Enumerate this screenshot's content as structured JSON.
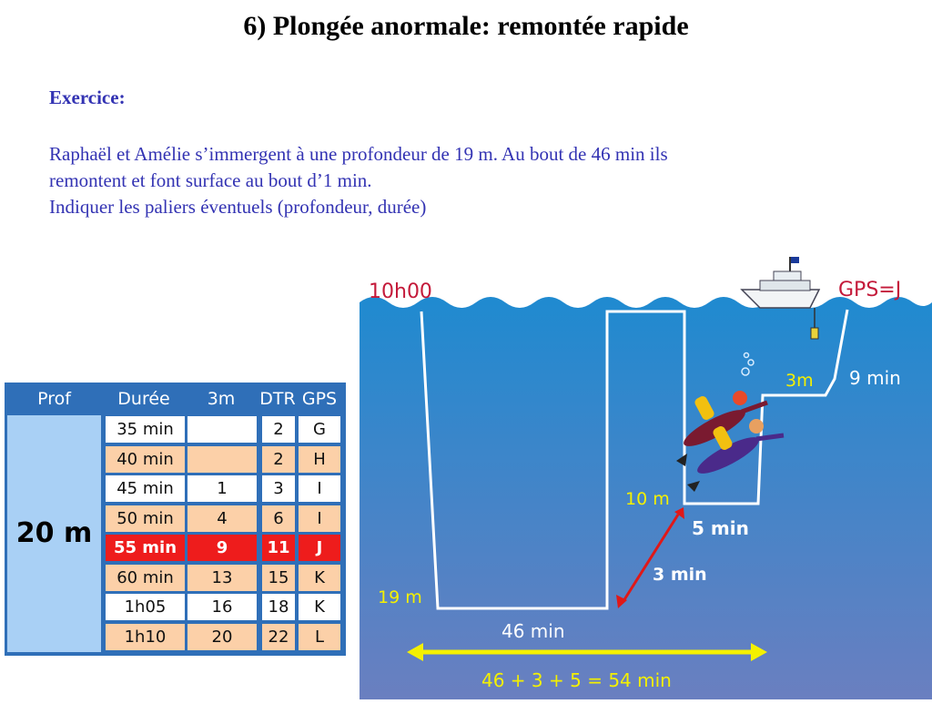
{
  "title": "6) Plongée anormale: remontée rapide",
  "exercise": {
    "heading": "Exercice:",
    "lines": [
      "Raphaël et Amélie s’immergent à une profondeur de 19 m. Au bout de 46 min ils",
      "remontent et font surface au bout d’1 min.",
      "Indiquer les paliers éventuels (profondeur, durée)"
    ]
  },
  "table": {
    "headers": [
      "Prof",
      "Durée",
      "3m",
      "DTR",
      "GPS"
    ],
    "prof": "20 m",
    "rows": [
      {
        "duree": "35 min",
        "p3m": "",
        "dtr": "2",
        "gps": "G",
        "style": "white"
      },
      {
        "duree": "40 min",
        "p3m": "",
        "dtr": "2",
        "gps": "H",
        "style": "peach"
      },
      {
        "duree": "45 min",
        "p3m": "1",
        "dtr": "3",
        "gps": "I",
        "style": "white"
      },
      {
        "duree": "50 min",
        "p3m": "4",
        "dtr": "6",
        "gps": "I",
        "style": "peach"
      },
      {
        "duree": "55 min",
        "p3m": "9",
        "dtr": "11",
        "gps": "J",
        "style": "red"
      },
      {
        "duree": "60 min",
        "p3m": "13",
        "dtr": "15",
        "gps": "K",
        "style": "peach"
      },
      {
        "duree": "1h05",
        "p3m": "16",
        "dtr": "18",
        "gps": "K",
        "style": "white"
      },
      {
        "duree": "1h10",
        "p3m": "20",
        "dtr": "22",
        "gps": "L",
        "style": "peach"
      }
    ]
  },
  "diagram": {
    "start_time": "10h00",
    "gps": "GPS=J",
    "depth_19": "19 m",
    "depth_10": "10 m",
    "depth_3": "3m",
    "bottom_time": "46 min",
    "stop_10_time": "5 min",
    "stop_3_time": "9 min",
    "ascent_time": "3  min",
    "total": "46 + 3 + 5 = 54 min"
  },
  "colors": {
    "text_blue": "#3333b3",
    "table_blue": "#2f6fb8",
    "row_peach": "#fcd0a8",
    "row_red": "#ee1c1c",
    "prof_blue": "#a9d0f5",
    "sea_top": "#1f8ad0",
    "sea_bottom": "#6a7fc0",
    "label_yellow": "#f4f000"
  }
}
